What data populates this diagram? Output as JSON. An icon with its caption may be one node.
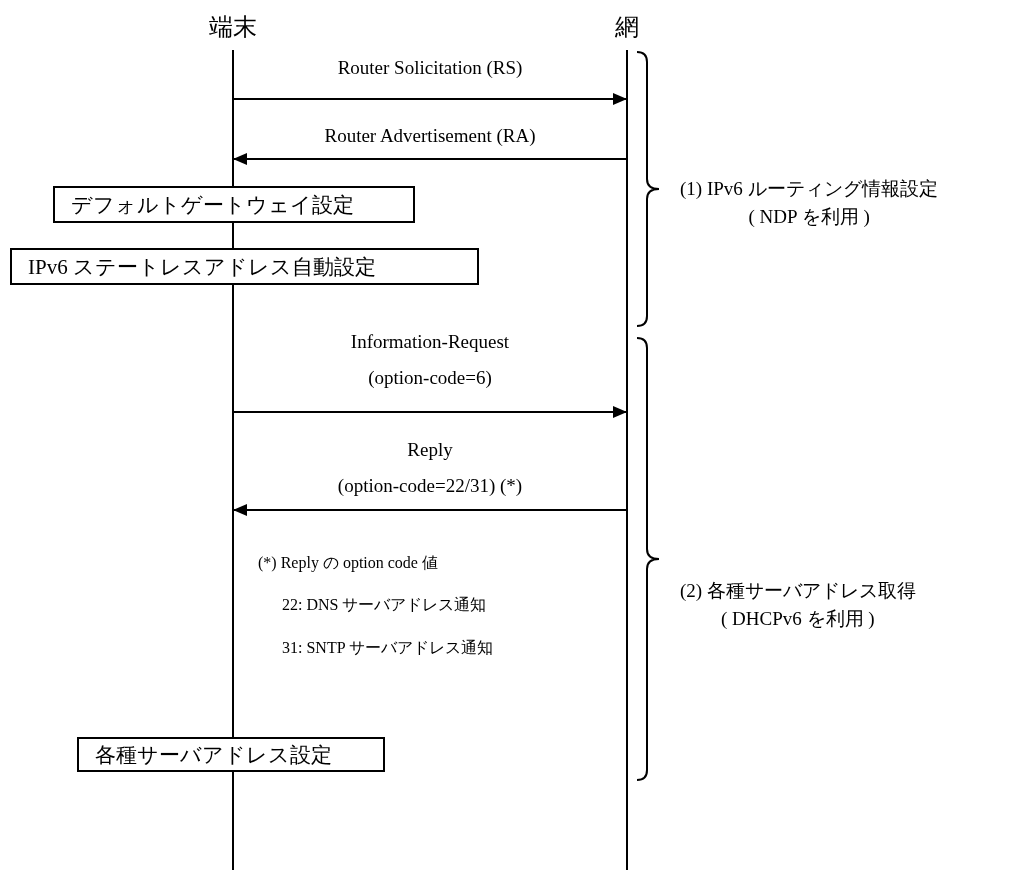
{
  "diagram": {
    "nodes": [
      {
        "text": [
          "端末"
        ]
      },
      {
        "text": [
          "網"
        ]
      },
      {
        "text": [
          "デフォルトゲートウェイ設定"
        ]
      },
      {
        "text": [
          "IPv6 ステートレスアドレス自動設定"
        ]
      },
      {
        "text": [
          "各種サーバアドレス設定"
        ]
      }
    ],
    "edges": [
      {
        "from": 0,
        "to": 1,
        "arrow": "to",
        "label": "Router Solicitation (RS)"
      },
      {
        "from": 1,
        "to": 0,
        "arrow": "to",
        "label": "Router Advertisement (RA)"
      },
      {
        "from": 0,
        "to": 1,
        "arrow": "to",
        "label": "Information-Request (option-code=6)"
      },
      {
        "from": 1,
        "to": 0,
        "arrow": "to",
        "label": "Reply (option-code=22/31) (*)"
      }
    ],
    "labels": [
      "(*) Reply の option code 値",
      "22: DNS サーバアドレス通知",
      "31: SNTP サーバアドレス通知",
      "(1) IPv6 ルーティング情報設定",
      "( NDP を利用 )",
      "(2)  各種サーバアドレス取得",
      "( DHCPv6 を利用 )"
    ]
  }
}
